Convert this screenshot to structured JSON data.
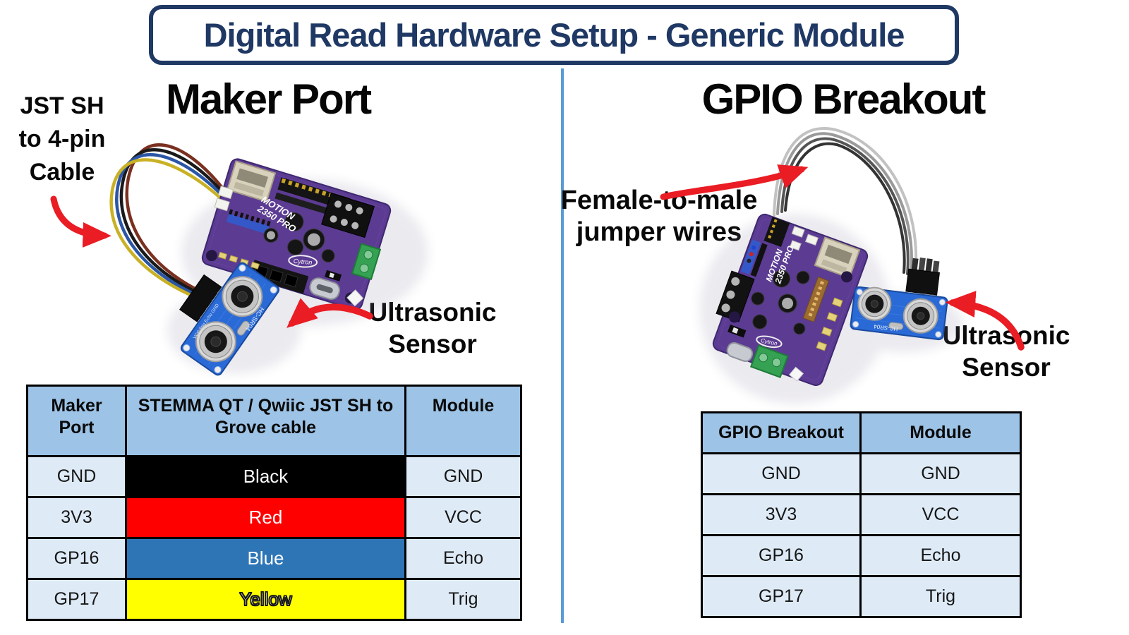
{
  "title": "Digital Read Hardware Setup - Generic Module",
  "colors": {
    "title_navy": "#1F3864",
    "divider_blue": "#5B9BD5",
    "table_header_bg": "#9DC3E6",
    "table_row_bg": "#DEEBF7",
    "arrow_red": "#EA1C24",
    "pcb_purple": "#5C3B93",
    "sensor_blue": "#2A6AD6"
  },
  "left": {
    "heading": "Maker Port",
    "cable_label": {
      "line1": "JST SH",
      "line2": "to 4-pin",
      "line3": "Cable"
    },
    "sensor_label": {
      "line1": "Ultrasonic",
      "line2": "Sensor"
    },
    "board": {
      "name_line1": "MOTION",
      "name_line2": "2350 PRO",
      "brand": "Cytron"
    },
    "sensor": {
      "model": "HC-SR04",
      "pin_labels": "VCC Trig Echo GND"
    },
    "table": {
      "headers": [
        "Maker Port",
        "STEMMA QT / Qwiic JST SH to Grove cable",
        "Module"
      ],
      "rows": [
        {
          "port": "GND",
          "wire": "Black",
          "module": "GND",
          "wire_bg": "#000000",
          "wire_fg": "#FFFFFF"
        },
        {
          "port": "3V3",
          "wire": "Red",
          "module": "VCC",
          "wire_bg": "#FF0000",
          "wire_fg": "#FFFFFF"
        },
        {
          "port": "GP16",
          "wire": "Blue",
          "module": "Echo",
          "wire_bg": "#2E75B6",
          "wire_fg": "#FFFFFF"
        },
        {
          "port": "GP17",
          "wire": "Yellow",
          "module": "Trig",
          "wire_bg": "#FFFF00",
          "wire_fg": "#FFFFFF"
        }
      ]
    }
  },
  "right": {
    "heading": "GPIO Breakout",
    "wires_label": {
      "line1": "Female-to-male",
      "line2": "jumper wires"
    },
    "sensor_label": {
      "line1": "Ultrasonic",
      "line2": "Sensor"
    },
    "board": {
      "name_line1": "MOTION",
      "name_line2": "2350 PRO",
      "brand": "Cytron"
    },
    "sensor": {
      "model": "HC-SR04"
    },
    "table": {
      "headers": [
        "GPIO Breakout",
        "Module"
      ],
      "rows": [
        {
          "pin": "GND",
          "module": "GND"
        },
        {
          "pin": "3V3",
          "module": "VCC"
        },
        {
          "pin": "GP16",
          "module": "Echo"
        },
        {
          "pin": "GP17",
          "module": "Trig"
        }
      ]
    }
  }
}
